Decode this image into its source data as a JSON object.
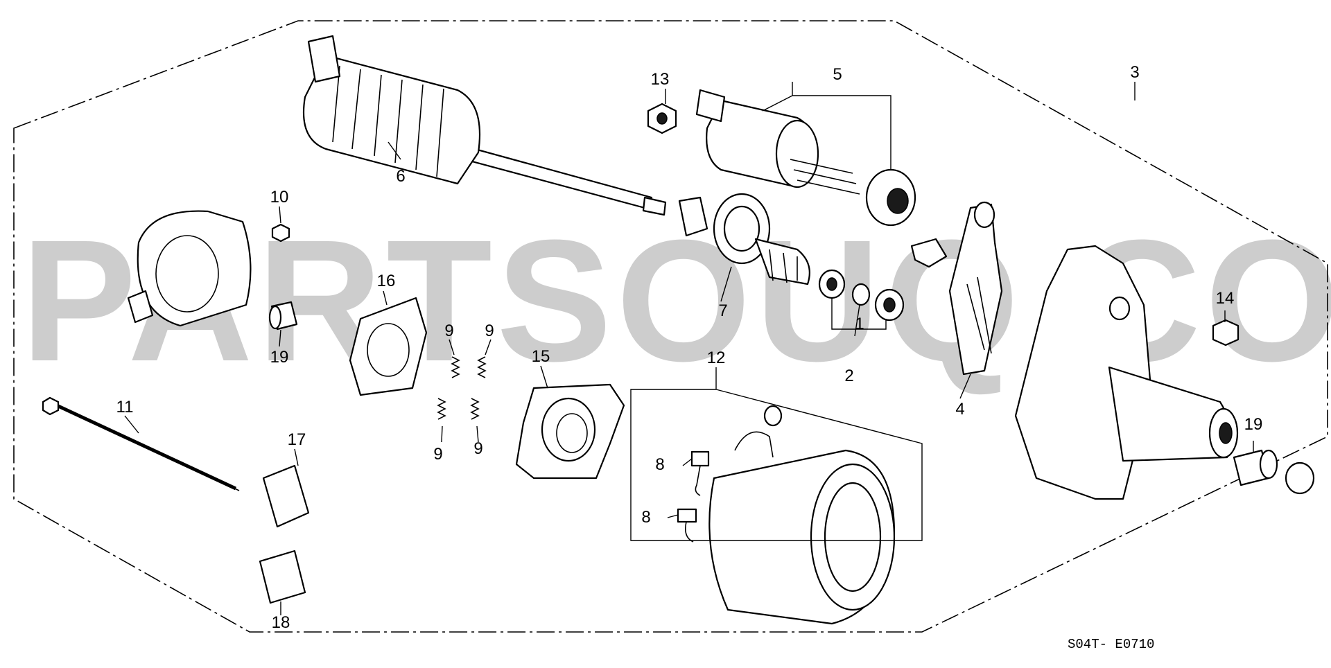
{
  "diagram": {
    "watermark": "PARTSOUQ.COM",
    "document_code": "S04T- E0710",
    "callouts": [
      {
        "id": "c1",
        "text": "1"
      },
      {
        "id": "c2",
        "text": "2"
      },
      {
        "id": "c3",
        "text": "3"
      },
      {
        "id": "c4",
        "text": "4"
      },
      {
        "id": "c5",
        "text": "5"
      },
      {
        "id": "c6",
        "text": "6"
      },
      {
        "id": "c7",
        "text": "7"
      },
      {
        "id": "c8a",
        "text": "8"
      },
      {
        "id": "c8b",
        "text": "8"
      },
      {
        "id": "c9a",
        "text": "9"
      },
      {
        "id": "c9b",
        "text": "9"
      },
      {
        "id": "c9c",
        "text": "9"
      },
      {
        "id": "c9d",
        "text": "9"
      },
      {
        "id": "c10",
        "text": "10"
      },
      {
        "id": "c11",
        "text": "11"
      },
      {
        "id": "c12",
        "text": "12"
      },
      {
        "id": "c13",
        "text": "13"
      },
      {
        "id": "c14",
        "text": "14"
      },
      {
        "id": "c15",
        "text": "15"
      },
      {
        "id": "c16",
        "text": "16"
      },
      {
        "id": "c17",
        "text": "17"
      },
      {
        "id": "c18",
        "text": "18"
      },
      {
        "id": "c19a",
        "text": "19"
      },
      {
        "id": "c19b",
        "text": "19"
      }
    ]
  }
}
